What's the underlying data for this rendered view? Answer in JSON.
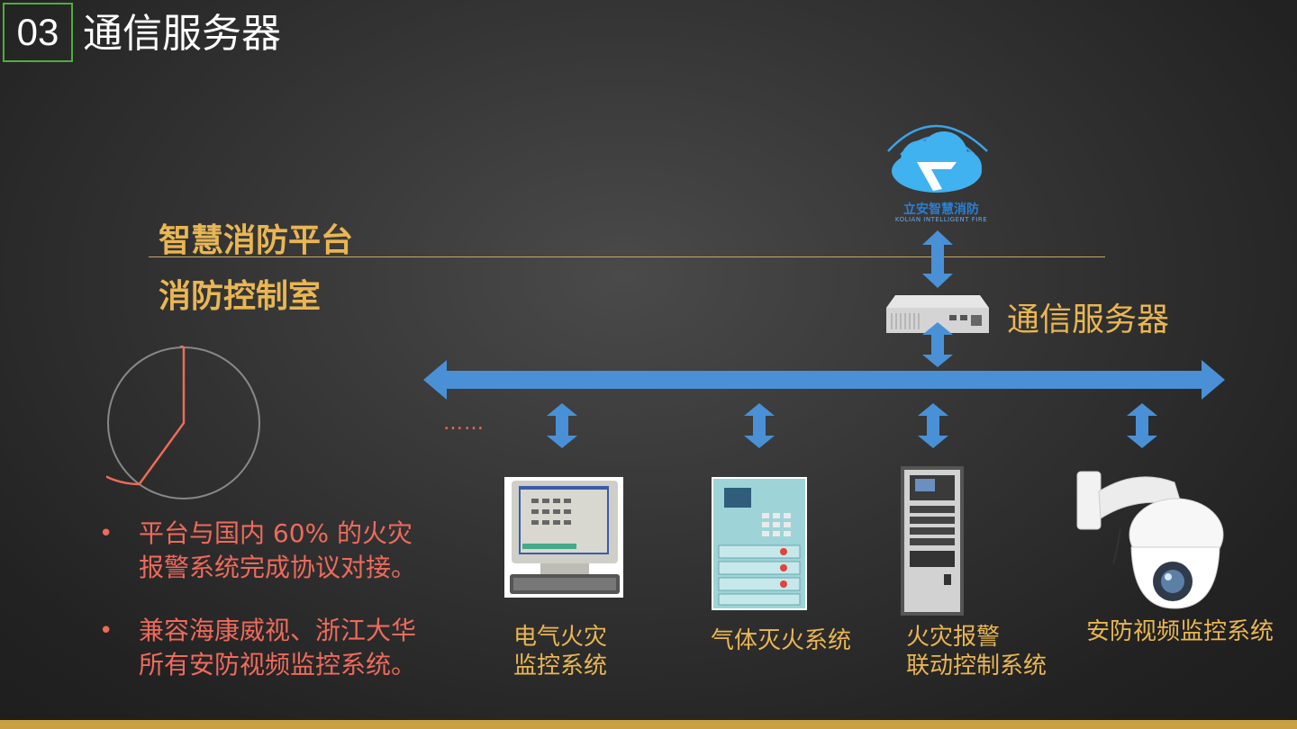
{
  "header": {
    "number": "03",
    "title": "通信服务器"
  },
  "layers": {
    "platform": "智慧消防平台",
    "control_room": "消防控制室"
  },
  "logo": {
    "name": "立安智慧消防",
    "subtitle": "KOLIAN INTELLIGENT FIRE"
  },
  "server": {
    "label": "通信服务器"
  },
  "ellipsis": "……",
  "systems": [
    {
      "line1": "电气火灾",
      "line2": "监控系统"
    },
    {
      "line1": "气体灭火系统",
      "line2": ""
    },
    {
      "line1": "火灾报警",
      "line2": "联动控制系统"
    },
    {
      "line1": "安防视频监控系统",
      "line2": ""
    }
  ],
  "bullets": [
    {
      "text": "平台与国内 60% 的火灾报警系统完成协议对接。"
    },
    {
      "text": "兼容海康威视、浙江大华所有安防视频监控系统。"
    }
  ],
  "pie_chart": {
    "value_percent": 60,
    "colors": {
      "value": "#ec6b5a",
      "rest": "#888888"
    }
  },
  "colors": {
    "accent_gold": "#e9b653",
    "arrow_blue": "#4a90d6",
    "bullet_red": "#ef6a5c",
    "badge_green": "#4caf3b"
  }
}
